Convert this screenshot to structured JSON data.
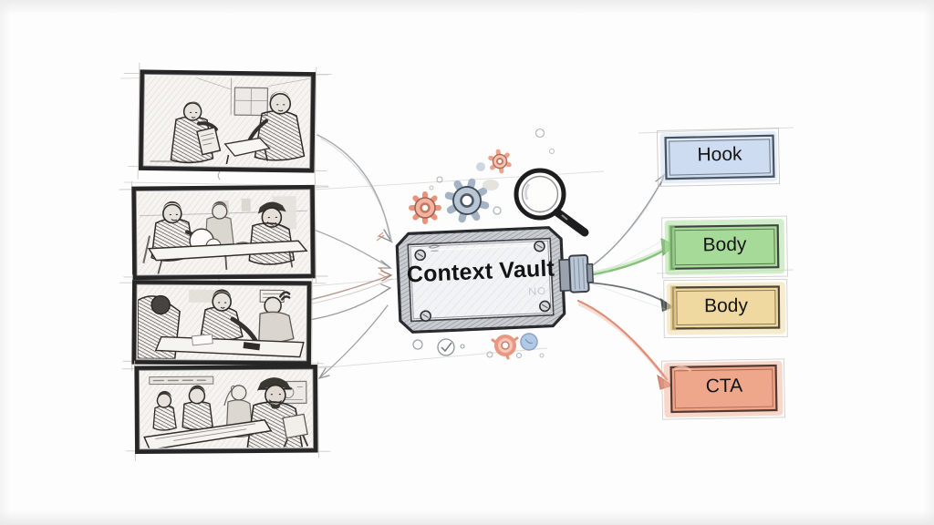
{
  "diagram": {
    "processor": {
      "label": "Context Vault"
    },
    "outputs": [
      {
        "label": "Hook",
        "fill": "#cddcf0",
        "arrow_color": "#9aa0a6"
      },
      {
        "label": "Body",
        "fill": "#a5da99",
        "arrow_color": "#85c178"
      },
      {
        "label": "Body",
        "fill": "#efd9a0",
        "arrow_color": "#5e6366"
      },
      {
        "label": "CTA",
        "fill": "#efa78b",
        "arrow_color": "#dd8f77"
      }
    ],
    "inputs": [
      {
        "name": "storyboard-panel-1"
      },
      {
        "name": "storyboard-panel-2"
      },
      {
        "name": "storyboard-panel-3"
      },
      {
        "name": "storyboard-panel-4"
      }
    ],
    "icons": [
      "gear-icon",
      "gear-icon",
      "gear-icon",
      "magnifier-icon",
      "check-circle-icon",
      "bubble-icon"
    ],
    "edges": [
      {
        "from": "storyboard-panel-1",
        "to": "context-vault"
      },
      {
        "from": "storyboard-panel-2",
        "to": "context-vault"
      },
      {
        "from": "storyboard-panel-3",
        "to": "context-vault"
      },
      {
        "from": "storyboard-panel-4",
        "to": "context-vault"
      },
      {
        "from": "context-vault",
        "to": "Hook"
      },
      {
        "from": "context-vault",
        "to": "Body"
      },
      {
        "from": "context-vault",
        "to": "Body"
      },
      {
        "from": "context-vault",
        "to": "CTA"
      }
    ]
  }
}
